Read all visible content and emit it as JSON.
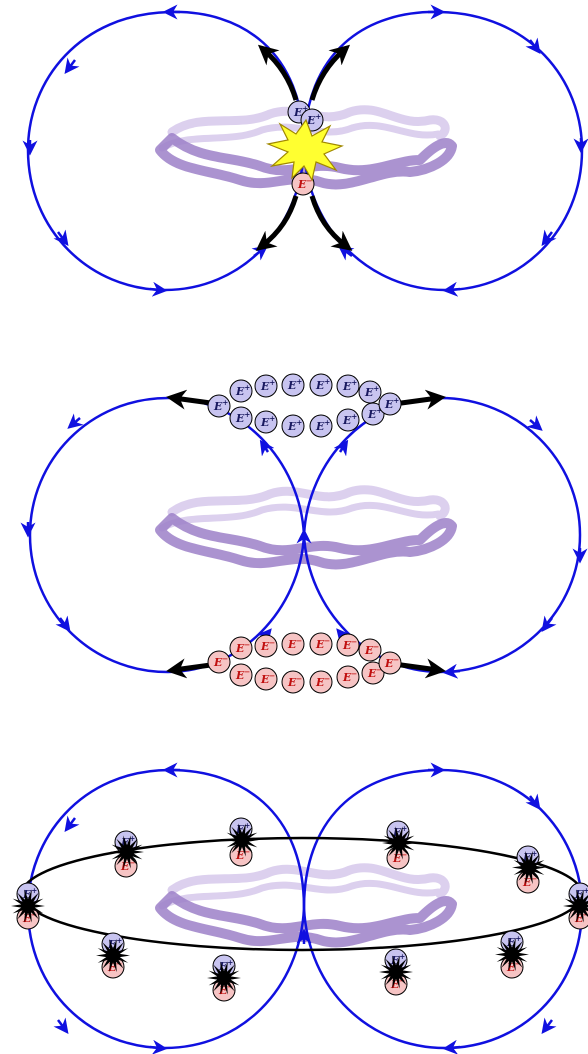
{
  "labels": {
    "positive": "E",
    "positive_sup": "+",
    "negative": "E",
    "negative_sup": "−"
  },
  "colors": {
    "field_line": "#1010e0",
    "positive_fill": "#c8c4f0",
    "positive_text": "#1a1a60",
    "negative_fill": "#f6c4c4",
    "negative_text": "#c01010",
    "cloud_dark": "#9c80c8",
    "cloud_light": "#dcd0ee",
    "flash_fill": "#ffff30",
    "flash_stroke": "#a08800",
    "arrow": "#000000"
  },
  "panels": [
    {
      "id": "collision",
      "particles_positive": 2,
      "particles_negative": 1
    },
    {
      "id": "separation",
      "particles_positive": 14,
      "particles_negative": 14
    },
    {
      "id": "orbit",
      "particles_positive": 10,
      "particles_negative": 10
    }
  ]
}
